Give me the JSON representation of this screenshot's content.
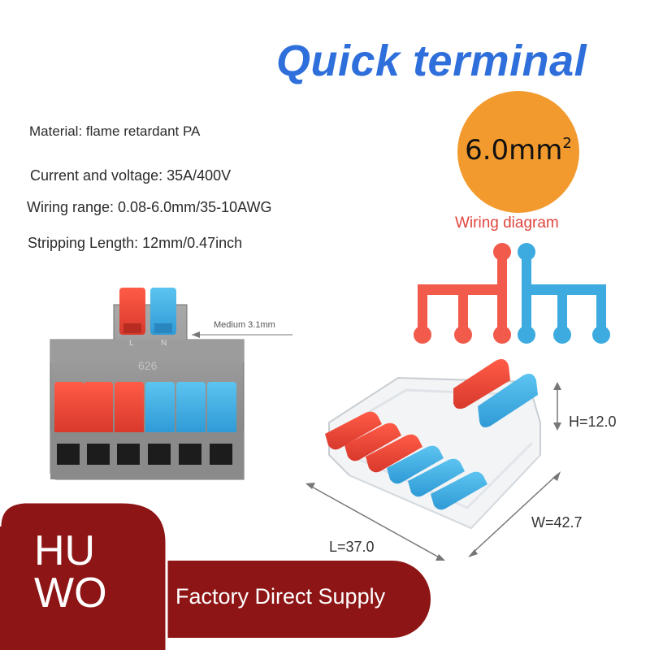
{
  "title": "Quick terminal",
  "specs": {
    "material": "Material: flame retardant PA",
    "current_voltage": "Current and voltage: 35A/400V",
    "wiring_range": "Wiring range: 0.08-6.0mm/35-10AWG",
    "stripping_length": "Stripping Length: 12mm/0.47inch"
  },
  "badge": {
    "size": "6.0mm",
    "unit_sup": "2"
  },
  "wiring_diagram": {
    "label": "Wiring diagram"
  },
  "product_front": {
    "lever_labels": [
      "L",
      "N"
    ],
    "model_mark": "626",
    "annotation": "Medium 3.1mm"
  },
  "dimensions": {
    "height": "H=12.0",
    "width": "W=42.7",
    "length": "L=37.0"
  },
  "brand": {
    "line1": "HU",
    "line2": "WO"
  },
  "tagline": "Factory Direct Supply",
  "colors": {
    "title_blue": "#2f6fdb",
    "badge_orange": "#f39a2e",
    "diagram_red": "#f25a4b",
    "diagram_blue": "#3dabe0",
    "banner_red": "#8d1516"
  }
}
